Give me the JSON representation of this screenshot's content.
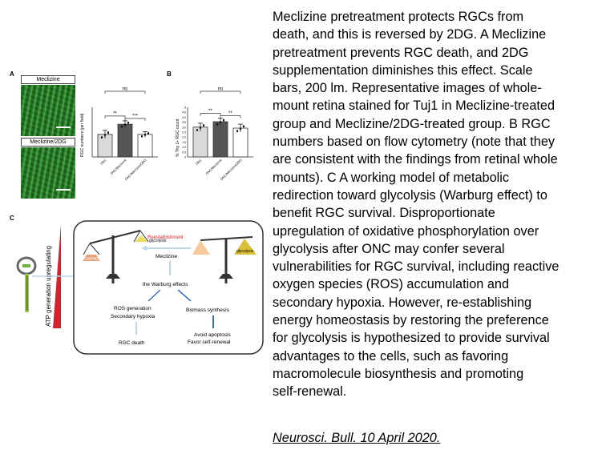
{
  "figure": {
    "panel_a": {
      "letter": "A",
      "image_labels": [
        "Meclizine",
        "Meclizine/2DG"
      ]
    },
    "panel_b": {
      "letter": "B"
    },
    "panel_c": {
      "letter": "C",
      "side_label": "ATP generation upregulating",
      "left_pan": "OXPHOS",
      "right_pan": "glycolysis",
      "reestablishment": "Reestablishment",
      "right_pan2": "glycolysis",
      "meclizine": "Meclizine",
      "warburg": "the Warburg effects",
      "ros": "ROS generation",
      "hypoxia": "Secondary hypoxia",
      "biomass": "Biomass  synthesis",
      "rgc_death": "RGC death",
      "avoid": "Avoid apoptosis",
      "favor": "Favor self-renewal"
    }
  },
  "chart_data": [
    {
      "type": "bar",
      "ylabel": "RGC numbers (per field)",
      "categories": [
        "ONC",
        "ONC/Meclizine",
        "ONC/Meclizine/2DG"
      ],
      "values": [
        1.0,
        1.45,
        1.0
      ],
      "errors": [
        0.18,
        0.15,
        0.12
      ],
      "ylim": [
        0,
        2.2
      ],
      "fills": [
        "#d9d9d9",
        "#555555",
        "#ffffff"
      ],
      "significance": [
        "**",
        "***",
        "ns"
      ]
    },
    {
      "type": "bar",
      "ylabel": "% Thy 1+ RGC count",
      "categories": [
        "ONC",
        "ONC/Meclizine",
        "ONC/Meclizine/2DG"
      ],
      "values": [
        3.0,
        3.55,
        2.9
      ],
      "errors": [
        0.4,
        0.35,
        0.4
      ],
      "ylim": [
        0,
        5
      ],
      "yticks": [
        "0",
        "0.5",
        "1.0",
        "1.5",
        "2.0",
        "2.5",
        "3.0",
        "3.5",
        "4.0",
        "4.5",
        "5"
      ],
      "fills": [
        "#d9d9d9",
        "#555555",
        "#ffffff"
      ],
      "significance": [
        "**",
        "**",
        "ns"
      ]
    }
  ],
  "caption": {
    "lines": [
      "Meclizine pretreatment protects RGCs from",
      "death, and this is reversed by 2DG. A Meclizine",
      "pretreatment prevents RGC death, and 2DG",
      "supplementation diminishes this effect. Scale",
      "bars, 200 lm. Representative images of whole-",
      "mount retina stained for Tuj1 in Meclizine-treated",
      "group and Meclizine/2DG-treated group. B RGC",
      "numbers based on flow cytometry (note that they",
      "are consistent with the findings from retinal whole",
      "mounts). C A working model of metabolic",
      "redirection toward glycolysis (Warburg effect) to",
      "benefit RGC survival. Disproportionate",
      "upregulation of oxidative phosphorylation over",
      "glycolysis after ONC may confer several",
      "vulnerabilities for RGC survival, including reactive",
      "oxygen species (ROS) accumulation and",
      "secondary hypoxia. However, re-establishing",
      "energy homeostasis by restoring the preference",
      "for glycolysis is hypothesized to provide survival",
      "advantages to the cells, such as favoring",
      "macromolecule biosynthesis and promoting",
      "self-renewal."
    ],
    "citation": "Neurosci. Bull. 10 April 2020."
  }
}
